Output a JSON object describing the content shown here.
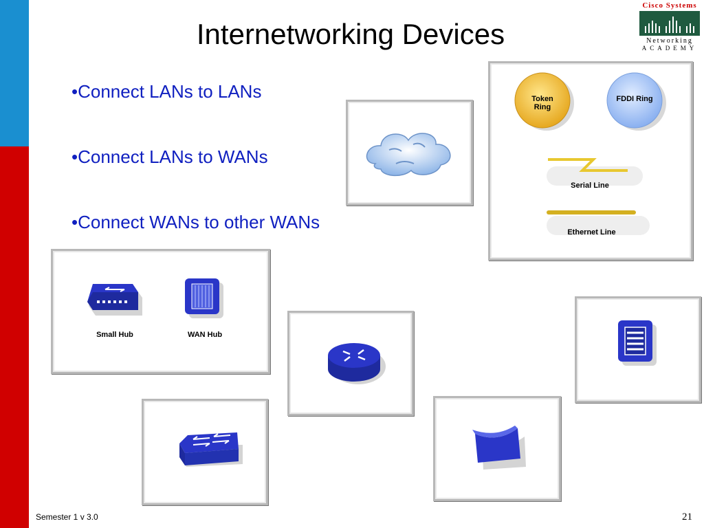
{
  "slide": {
    "title": "Internetworking Devices",
    "bullets": [
      "•Connect LANs to LANs",
      "•Connect LANs to WANs",
      "•Connect WANs to other WANs"
    ],
    "footer": {
      "left": "Semester 1 v 3.0",
      "page_number": "21"
    }
  },
  "logo": {
    "line1": "Cisco Systems",
    "line2": "Networking",
    "line3": "ACADEMY"
  },
  "media": {
    "token_ring": "Token Ring",
    "fddi_ring": "FDDI Ring",
    "serial_line": "Serial Line",
    "ethernet_line": "Ethernet Line",
    "small_hub": "Small Hub",
    "wan_hub": "WAN Hub"
  },
  "icons": [
    "cloud-icon",
    "token-ring-icon",
    "fddi-ring-icon",
    "serial-line-icon",
    "ethernet-line-icon",
    "small-hub-icon",
    "wan-hub-icon",
    "router-icon",
    "switch-icon",
    "server-icon",
    "modem-icon"
  ],
  "colors": {
    "sidebar_blue": "#1a8fd0",
    "sidebar_red": "#d00000",
    "bullet_text": "#1020c0",
    "device_blue": "#2a36c8"
  }
}
